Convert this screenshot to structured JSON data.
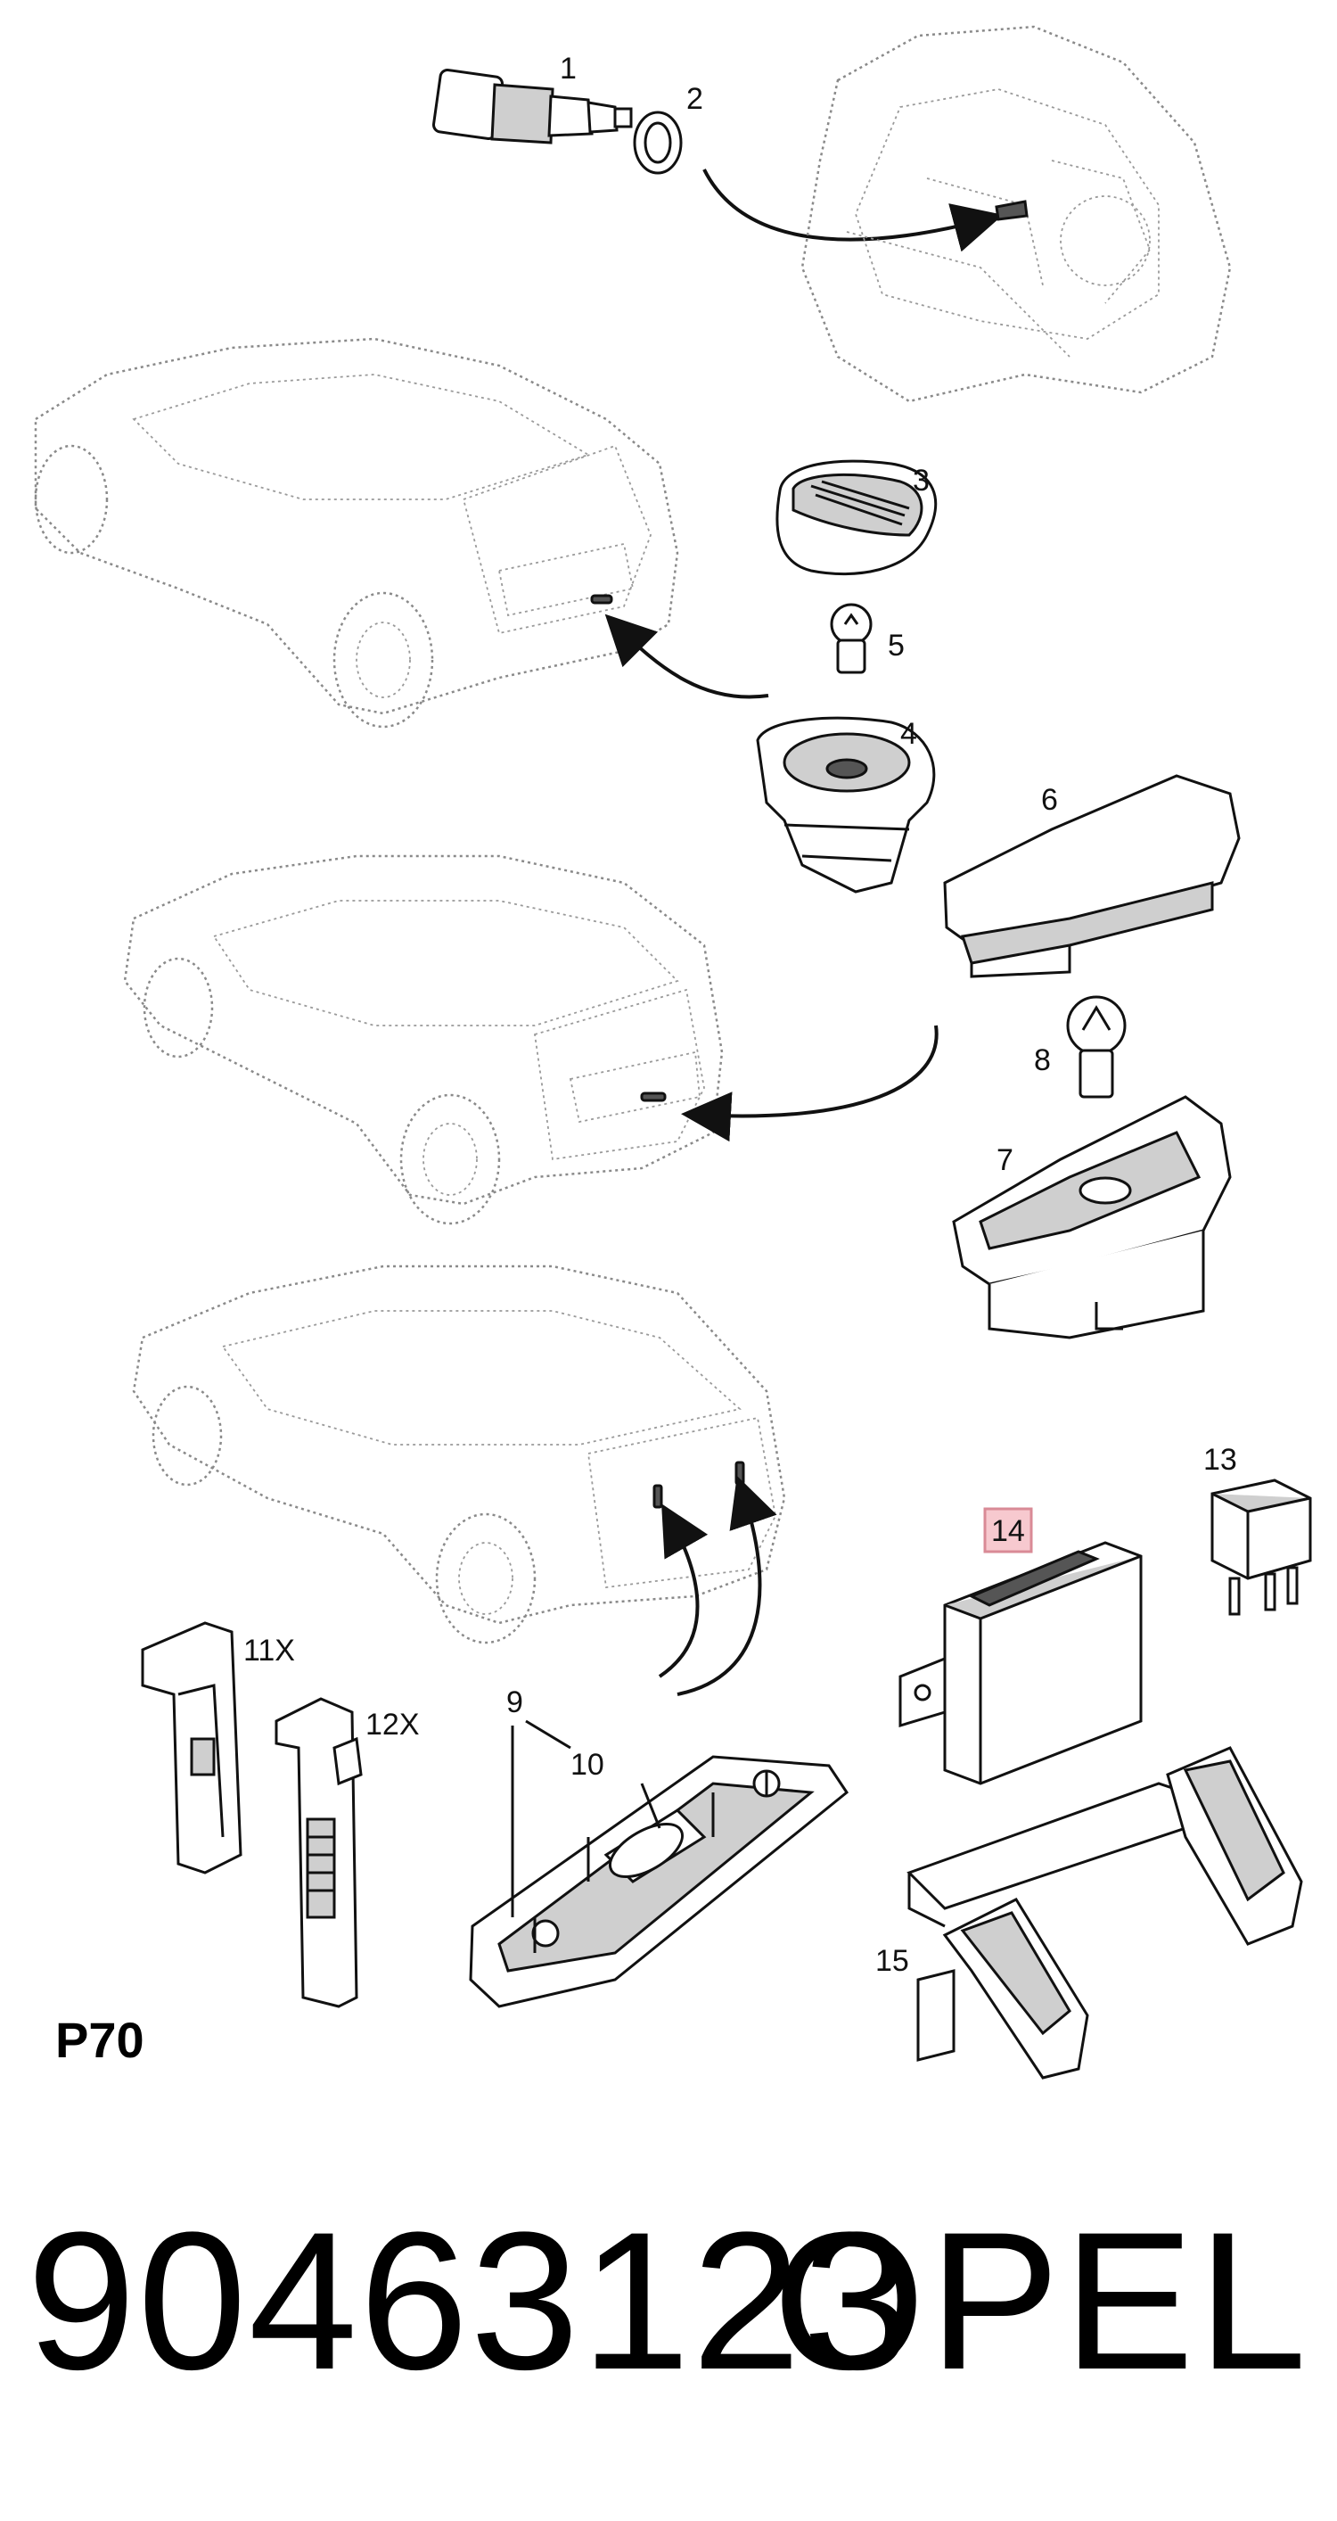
{
  "diagram": {
    "page_code": "P70",
    "callouts": {
      "c1": "1",
      "c2": "2",
      "c3": "3",
      "c4": "4",
      "c5": "5",
      "c6": "6",
      "c7": "7",
      "c8": "8",
      "c9": "9",
      "c10": "10",
      "c11x": "11X",
      "c12x": "12X",
      "c13": "13",
      "c14": "14",
      "c15": "15"
    },
    "highlighted_callout": "14",
    "highlight_color": "#f7c9cf"
  },
  "footer": {
    "part_number": "90463123",
    "brand": "OPEL"
  }
}
